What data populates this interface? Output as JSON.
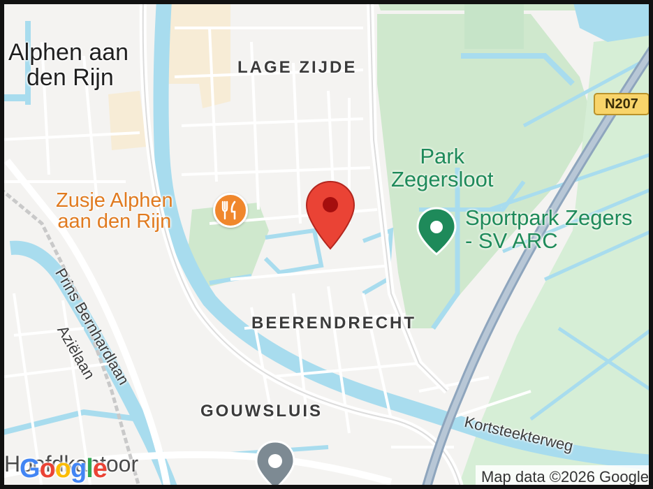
{
  "labels": {
    "city": [
      "Alphen aan",
      "den Rijn"
    ],
    "lage_zijde": "LAGE ZIJDE",
    "beerendrecht": "BEERENDRECHT",
    "gouwsluis": "GOUWSLUIS",
    "park_zegersloot": [
      "Park",
      "Zegersloot"
    ],
    "sportpark": [
      "Sportpark Zegers",
      "- SV ARC"
    ],
    "zusje": [
      "Zusje Alphen",
      "aan den Rijn"
    ],
    "prins_bernhardlaan": "Prins Bernhardlaan",
    "azielaan": "Aziëlaan",
    "kortsteekterweg": "Kortsteekterweg",
    "hoofdkantoor": "Hoofdkantoor",
    "road_n207": "N207"
  },
  "logo": {
    "letters": [
      "G",
      "o",
      "o",
      "g",
      "l",
      "e"
    ],
    "colors": [
      "#4285F4",
      "#EA4335",
      "#FBBC05",
      "#4285F4",
      "#34A853",
      "#EA4335"
    ]
  },
  "attribution": "Map data ©2026 Google",
  "colors": {
    "water": "#a8dcee",
    "park": "#cfe8cd",
    "road": "#ffffff",
    "highway": "#9fb3c8",
    "marker": "#ea4335",
    "food_poi": "#f0872c",
    "park_poi": "#1e8a5a"
  }
}
